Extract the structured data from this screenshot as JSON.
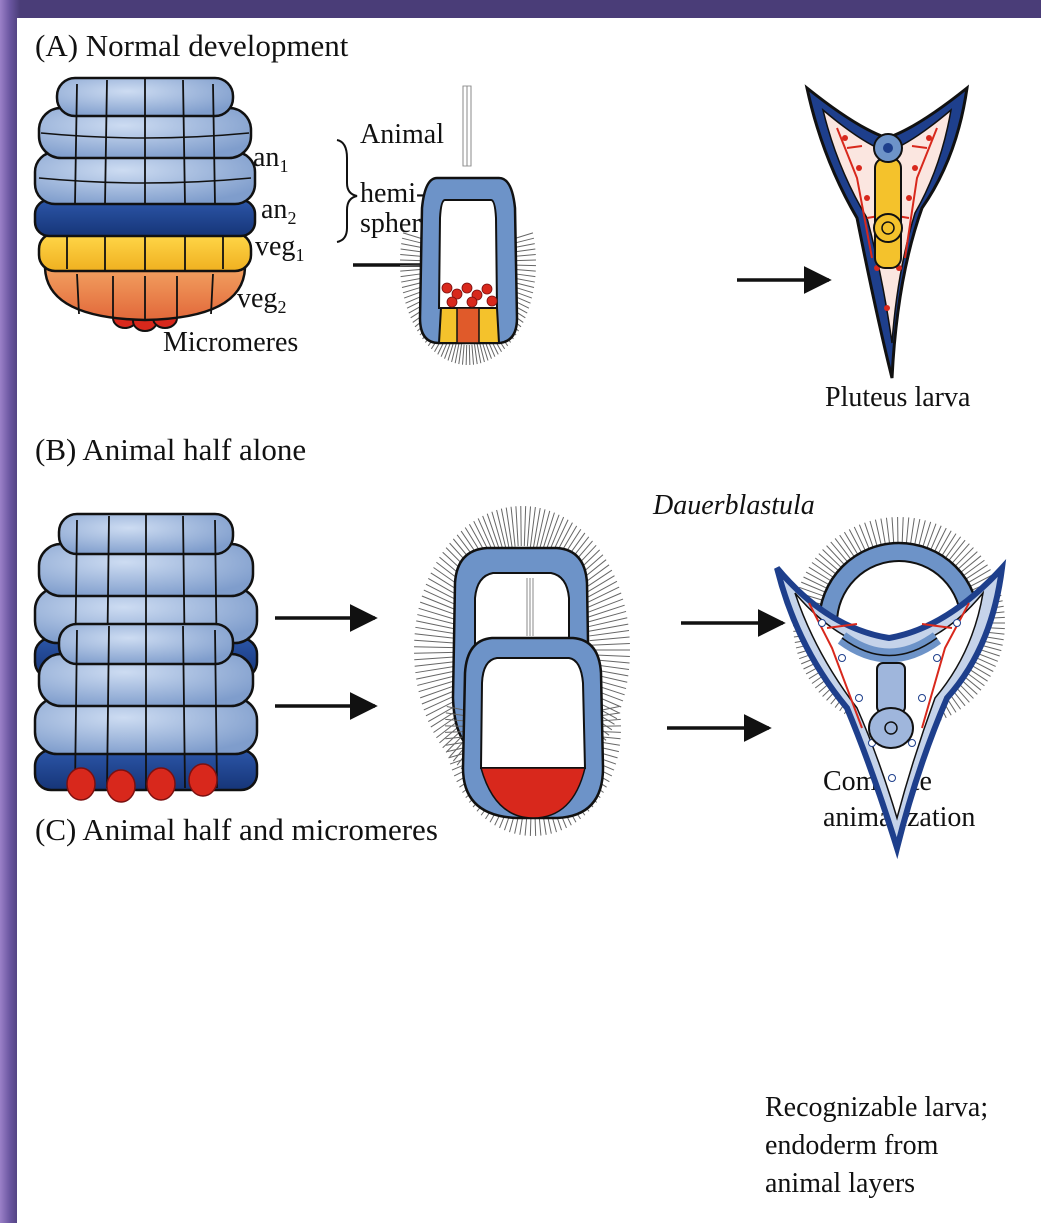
{
  "panel_a": {
    "title": "(A)  Normal development",
    "labels": {
      "an1": "an",
      "an1_sub": "1",
      "an2": "an",
      "an2_sub": "2",
      "veg1": "veg",
      "veg1_sub": "1",
      "veg2": "veg",
      "veg2_sub": "2",
      "micromeres": "Micromeres",
      "animal_line1": "Animal",
      "animal_line2": "hemi-",
      "animal_line3": "sphere"
    },
    "result": "Pluteus larva"
  },
  "panel_b": {
    "title": "(B)  Animal half alone",
    "stage_label": "Dauerblastula",
    "result_line1": "Complete",
    "result_line2": "animalization"
  },
  "panel_c": {
    "title": "(C)  Animal half and micromeres",
    "result_line1": "Recognizable larva;",
    "result_line2": "endoderm from",
    "result_line3": "animal layers"
  },
  "colors": {
    "frame": "#4a3d78",
    "animal_light_blue": "#9fb6dc",
    "animal_dark_blue": "#1e3f8c",
    "veg1_yellow": "#f4c22c",
    "veg2_orange": "#ec8a4a",
    "micromere_red": "#d8281c",
    "outline": "#111111"
  }
}
